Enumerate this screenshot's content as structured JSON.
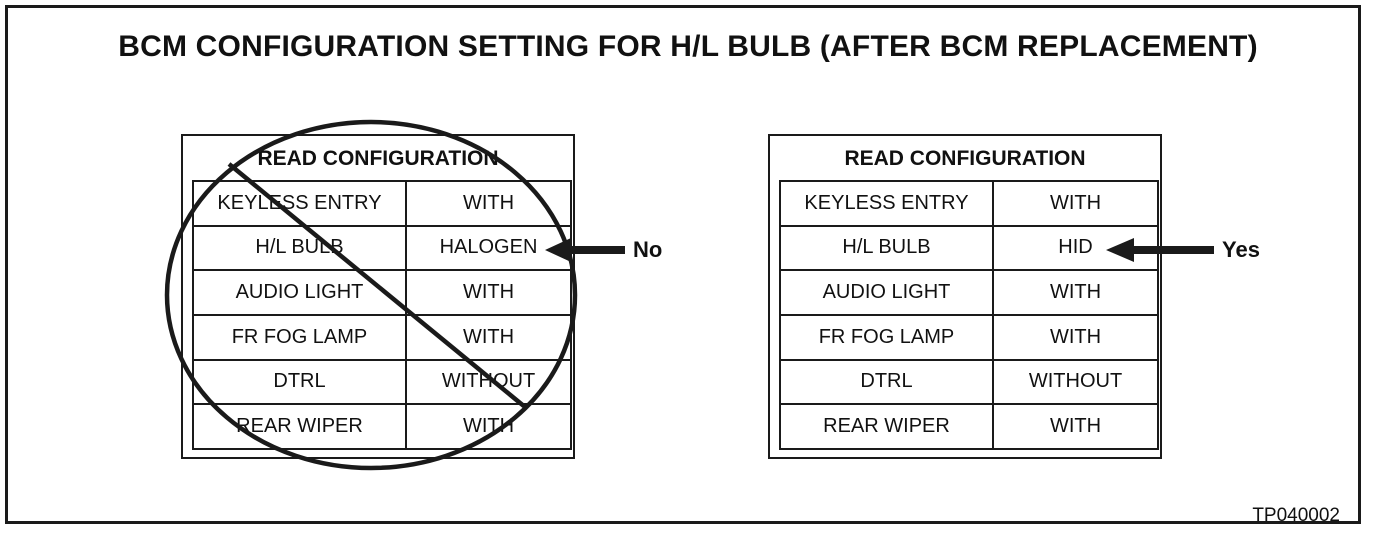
{
  "title": "BCM CONFIGURATION SETTING FOR H/L BULB (AFTER BCM REPLACEMENT)",
  "left_panel": {
    "heading": "READ CONFIGURATION",
    "rows": [
      {
        "item": "KEYLESS ENTRY",
        "value": "WITH"
      },
      {
        "item": "H/L BULB",
        "value": "HALOGEN"
      },
      {
        "item": "AUDIO LIGHT",
        "value": "WITH"
      },
      {
        "item": "FR FOG LAMP",
        "value": "WITH"
      },
      {
        "item": "DTRL",
        "value": "WITHOUT"
      },
      {
        "item": "REAR WIPER",
        "value": "WITH"
      }
    ],
    "callout": "No",
    "crossed_out": true
  },
  "right_panel": {
    "heading": "READ CONFIGURATION",
    "rows": [
      {
        "item": "KEYLESS ENTRY",
        "value": "WITH"
      },
      {
        "item": "H/L BULB",
        "value": "HID"
      },
      {
        "item": "AUDIO LIGHT",
        "value": "WITH"
      },
      {
        "item": "FR FOG LAMP",
        "value": "WITH"
      },
      {
        "item": "DTRL",
        "value": "WITHOUT"
      },
      {
        "item": "REAR WIPER",
        "value": "WITH"
      }
    ],
    "callout": "Yes",
    "crossed_out": false
  },
  "figure_code": "TP040002",
  "colors": {
    "line": "#1a1a1a",
    "background": "#ffffff"
  }
}
